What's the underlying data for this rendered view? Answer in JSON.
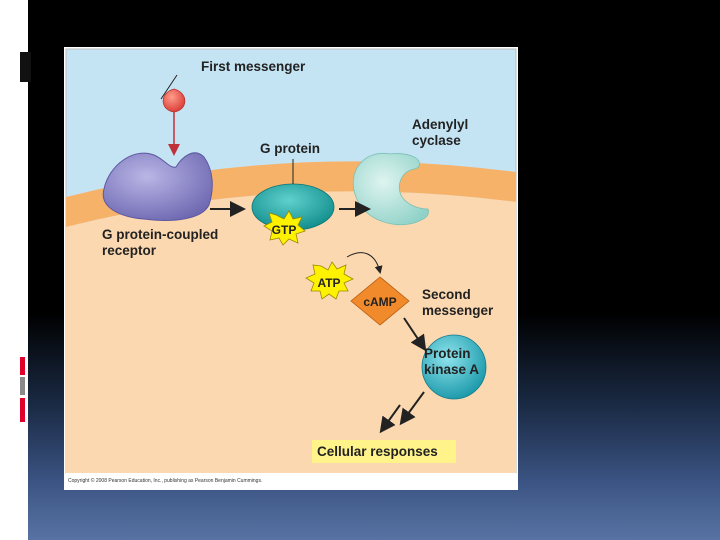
{
  "labels": {
    "first_messenger": "First messenger",
    "g_protein": "G protein",
    "adenylyl_cyclase": "Adenylyl\ncyclase",
    "receptor": "G protein-coupled\nreceptor",
    "gtp": "GTP",
    "atp": "ATP",
    "camp": "cAMP",
    "second_messenger": "Second\nmessenger",
    "protein_kinase": "Protein\nkinase A",
    "cellular_responses": "Cellular responses"
  },
  "copyright": "Copyright © 2008 Pearson Education, Inc., publishing as Pearson Benjamin Cummings.",
  "colors": {
    "sky": "#c5e4f3",
    "membrane": "#f7b26a",
    "cytoplasm": "#fbd8b0",
    "receptor": "#8a86c8",
    "g_protein": "#1aa0a0",
    "adenylyl_cyclase": "#a8ddd6",
    "burst": "#fff200",
    "camp": "#f08a2a",
    "kinase": "#28b0c0",
    "highlight": "#fff38a",
    "first_messenger": "#e8504a",
    "slide_accent_red": "#e0002a",
    "slide_accent_gray": "#8a8a8a"
  }
}
